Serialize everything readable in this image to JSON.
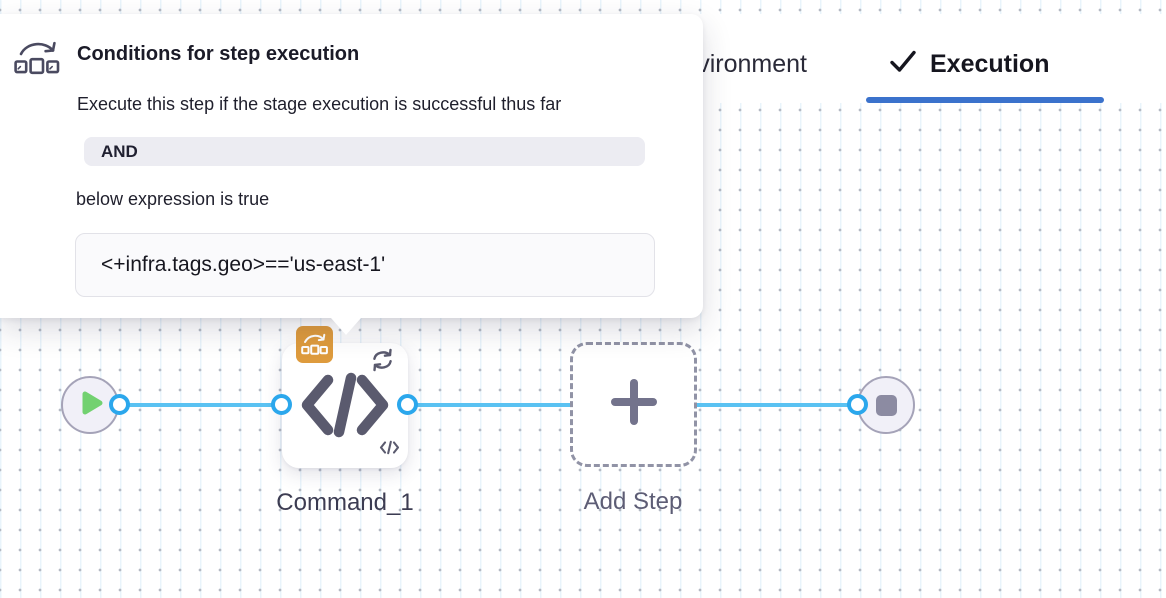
{
  "header": {
    "tabs": [
      {
        "label": "Environment",
        "active": false
      },
      {
        "label": "Execution",
        "active": true
      }
    ]
  },
  "popover": {
    "title": "Conditions for step execution",
    "description": "Execute this step if the stage execution is successful thus far",
    "operator_badge": "AND",
    "condition_intro": "below expression is true",
    "expression": "<+infra.tags.geo>=='us-east-1'"
  },
  "canvas": {
    "nodes": [
      {
        "id": "start",
        "type": "start-node"
      },
      {
        "id": "command_1",
        "type": "command-step",
        "label": "Command_1"
      },
      {
        "id": "add_step",
        "type": "add-step-placeholder",
        "label": "Add Step"
      },
      {
        "id": "end",
        "type": "end-node"
      }
    ]
  },
  "icons": {
    "popover_header": "conditional-execution-icon",
    "step_badge": "conditional-execution-badge-icon",
    "step_type": "code-command-icon",
    "step_loop": "loop-icon",
    "step_corner": "mini-code-icon",
    "start": "play-icon",
    "end": "stop-icon",
    "add": "plus-icon",
    "active_tab": "checkmark-icon"
  },
  "colors": {
    "tab_underline": "#3b72cc",
    "connector_line": "#5ac2f2",
    "port_ring": "#2ba7ec",
    "condition_badge": "#de9b3d",
    "play_green": "#72d170",
    "node_icon_slate": "#5a5a6e",
    "and_badge_bg": "#ececf2"
  }
}
